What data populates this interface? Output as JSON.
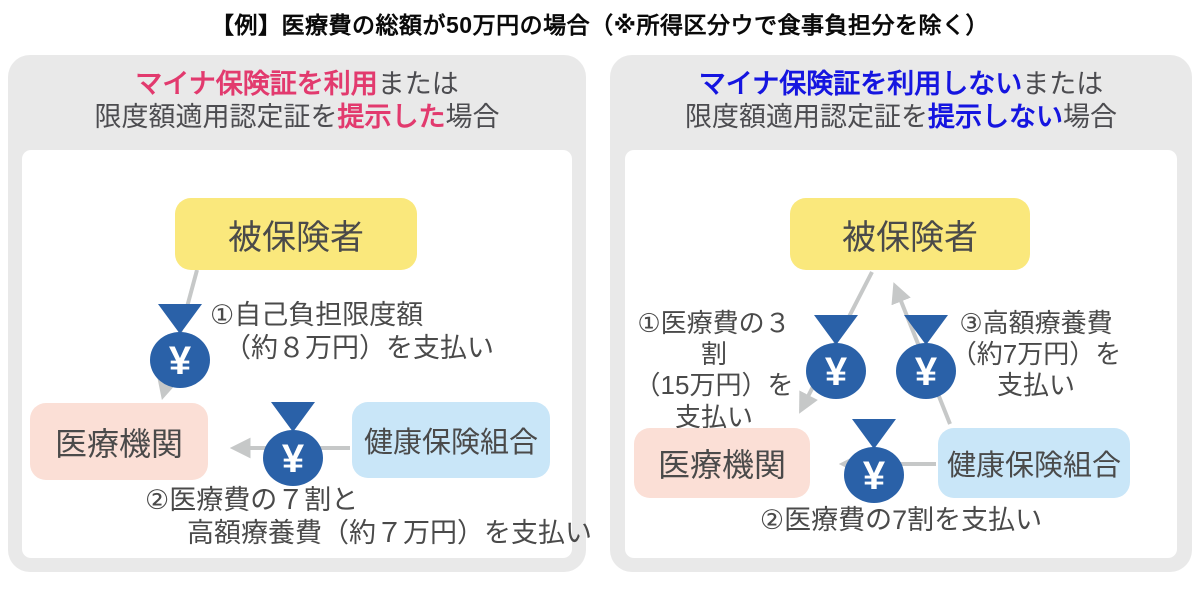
{
  "title": "【例】医療費の総額が50万円の場合（※所得区分ウで食事負担分を除く）",
  "entities": {
    "insured": "被保険者",
    "medical_institution": "医療機関",
    "health_insurance_society": "健康保険組合"
  },
  "left_panel": {
    "header": {
      "line1_highlight": "マイナ保険証を利用",
      "line1_rest": "または",
      "line2_pre": "限度額適用認定証を",
      "line2_highlight": "提示した",
      "line2_post": "場合"
    },
    "steps": {
      "step1_line1": "①自己負担限度額",
      "step1_line2": "（約８万円）を支払い",
      "step2_line1": "②医療費の７割と",
      "step2_line2": "高額療養費（約７万円）を支払い"
    }
  },
  "right_panel": {
    "header": {
      "line1_highlight": "マイナ保険証を利用しない",
      "line1_rest": "または",
      "line2_pre": "限度額適用認定証を",
      "line2_highlight": "提示しない",
      "line2_post": "場合"
    },
    "steps": {
      "step1_line1": "①医療費の３割",
      "step1_line2": "（15万円）を",
      "step1_line3": "支払い",
      "step3_line1": "③高額療養費",
      "step3_line2": "（約7万円）を",
      "step3_line3": "支払い",
      "step2": "②医療費の7割を支払い"
    }
  },
  "icons": {
    "yen_bag": "¥"
  },
  "colors": {
    "highlight_pink": "#E23A6E",
    "highlight_blue": "#1515E0",
    "bag_blue": "#2A61A8",
    "arrow_gray": "#C6C8C8",
    "box_yellow": "#FAE87C",
    "box_pink": "#FBDFD6",
    "box_blue": "#C9E6F8",
    "panel_gray": "#E9E9E9",
    "text_gray": "#4A4A4A"
  }
}
